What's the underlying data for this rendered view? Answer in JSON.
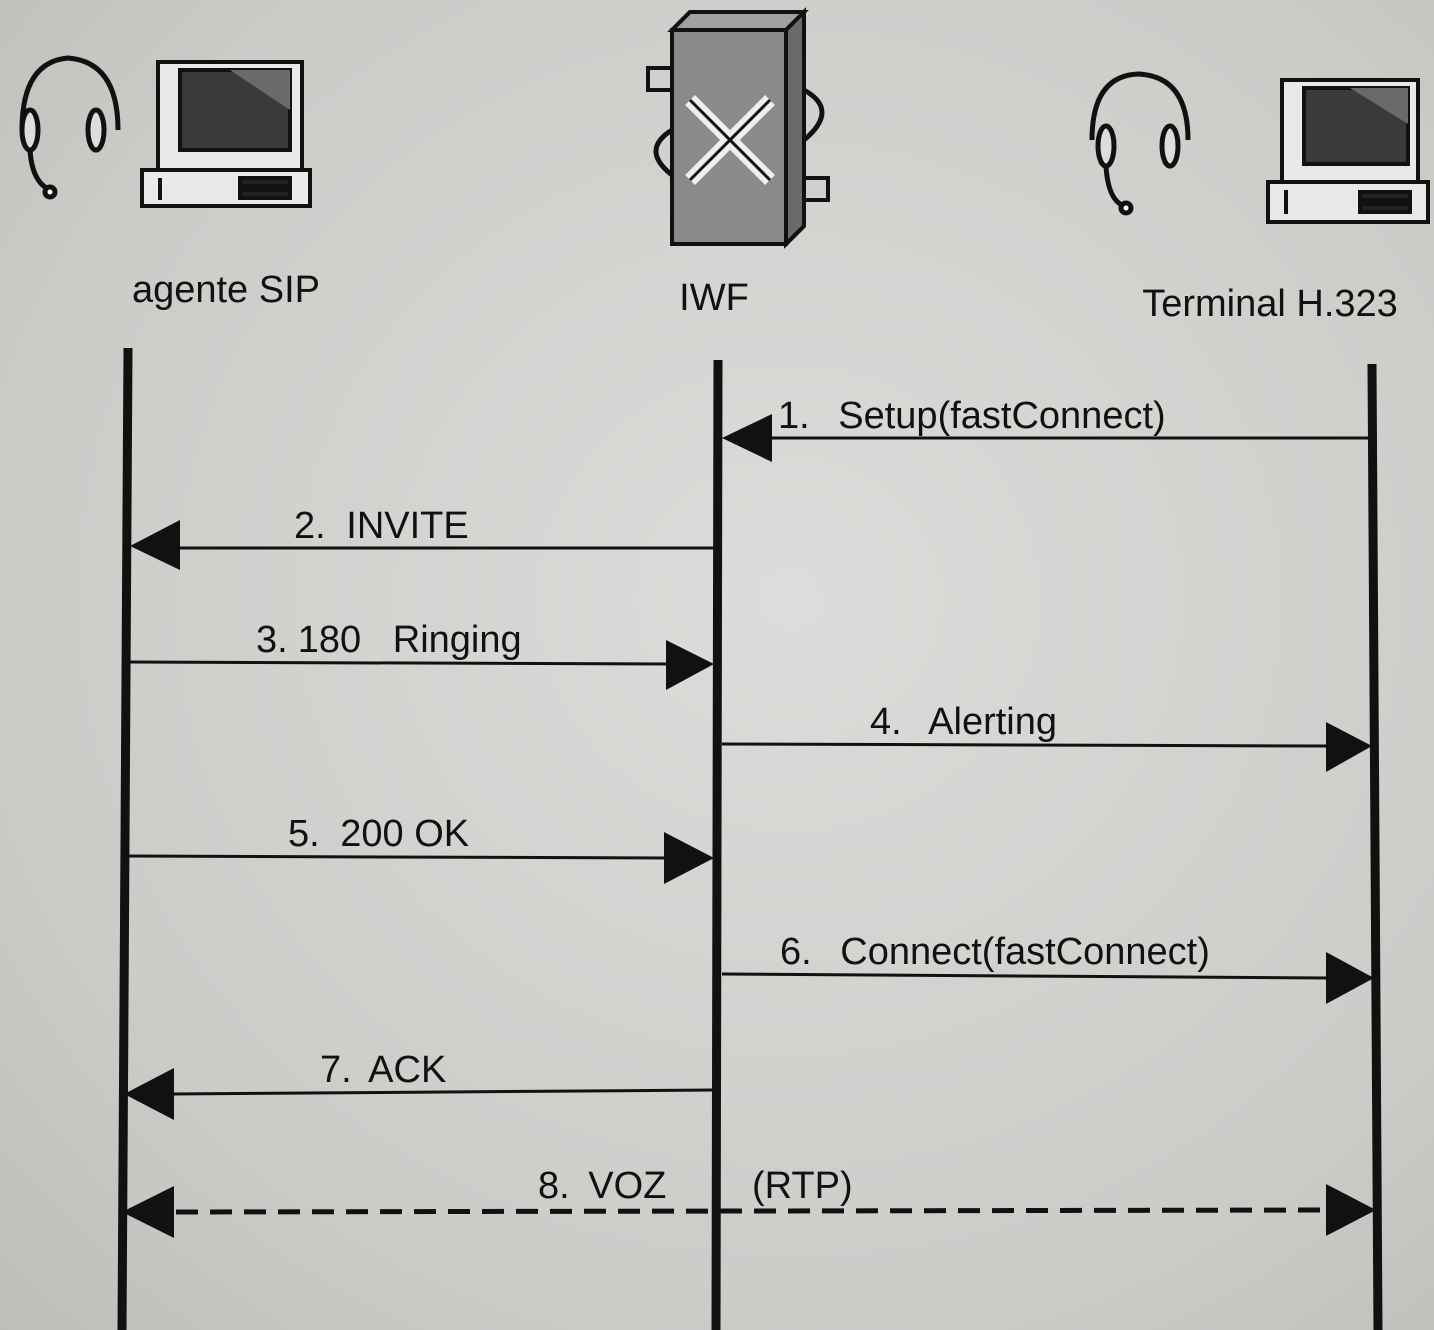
{
  "participants": [
    {
      "id": "sip",
      "label": "agente SIP"
    },
    {
      "id": "iwf",
      "label": "IWF"
    },
    {
      "id": "h323",
      "label": "Terminal H.323"
    }
  ],
  "messages": [
    {
      "n": "1.",
      "text": "Setup(fastConnect)",
      "from": "h323",
      "to": "iwf",
      "style": "solid"
    },
    {
      "n": "2.",
      "text": "INVITE",
      "from": "iwf",
      "to": "sip",
      "style": "solid"
    },
    {
      "n": "3.",
      "text": "180   Ringing",
      "from": "sip",
      "to": "iwf",
      "style": "solid"
    },
    {
      "n": "4.",
      "text": "Alerting",
      "from": "iwf",
      "to": "h323",
      "style": "solid"
    },
    {
      "n": "5.",
      "text": "200 OK",
      "from": "sip",
      "to": "iwf",
      "style": "solid"
    },
    {
      "n": "6.",
      "text": "Connect(fastConnect)",
      "from": "iwf",
      "to": "h323",
      "style": "solid"
    },
    {
      "n": "7.",
      "text": "ACK",
      "from": "iwf",
      "to": "sip",
      "style": "solid"
    },
    {
      "n": "8.",
      "text": "VOZ",
      "text2": "(RTP)",
      "from": "sip",
      "to": "h323",
      "style": "dashed",
      "bidirectional": true
    }
  ],
  "icons": {
    "sip": [
      "headset-icon",
      "computer-icon"
    ],
    "iwf": [
      "gateway-icon"
    ],
    "h323": [
      "headset-icon",
      "computer-icon"
    ]
  },
  "colors": {
    "ink": "#111111",
    "gateway": "#8a8a8a",
    "screen": "#3a3a38"
  }
}
